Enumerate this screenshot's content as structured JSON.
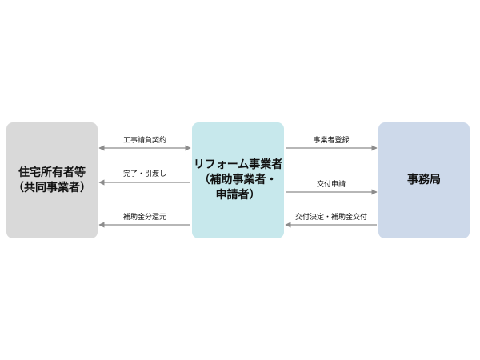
{
  "colors": {
    "owner_box": "#d9d9d9",
    "reform_box": "#c7e8ec",
    "office_box": "#cdd9ea",
    "arrow": "#8c8c8c"
  },
  "boxes": {
    "owner": "住宅所有者等\n（共同事業者）",
    "reform": "リフォーム事業者\n（補助事業者・\n申請者）",
    "office": "事務局"
  },
  "arrows": [
    {
      "id": "contract",
      "label": "工事請負契約",
      "direction": "both"
    },
    {
      "id": "complete",
      "label": "完了・引渡し",
      "direction": "to-owner"
    },
    {
      "id": "refund",
      "label": "補助金分還元",
      "direction": "to-owner"
    },
    {
      "id": "register",
      "label": "事業者登録",
      "direction": "to-office"
    },
    {
      "id": "apply",
      "label": "交付申請",
      "direction": "to-office"
    },
    {
      "id": "decision",
      "label": "交付決定・補助金交付",
      "direction": "to-reform"
    }
  ]
}
